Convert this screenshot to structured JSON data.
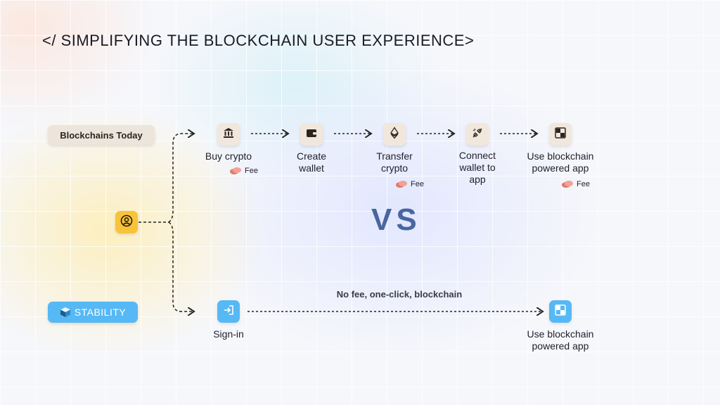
{
  "title": "</ SIMPLIFYING THE BLOCKCHAIN USER EXPERIENCE>",
  "today_label": "Blockchains Today",
  "stability_label": "STABILITY",
  "vs_text": "VS",
  "bottom_note": "No fee, one-click, blockchain",
  "top_steps": [
    {
      "line1": "Buy crypto",
      "line2": "",
      "line3": "",
      "icon": "bank-icon",
      "fee": "Fee"
    },
    {
      "line1": "Create",
      "line2": "wallet",
      "line3": "",
      "icon": "wallet-icon",
      "fee": ""
    },
    {
      "line1": "Transfer",
      "line2": "crypto",
      "line3": "",
      "icon": "ethereum-icon",
      "fee": "Fee"
    },
    {
      "line1": "Connect",
      "line2": "wallet to",
      "line3": "app",
      "icon": "plug-disconnected-icon",
      "fee": ""
    },
    {
      "line1": "Use blockchain",
      "line2": "powered app",
      "line3": "",
      "icon": "app-grid-icon",
      "fee": "Fee"
    }
  ],
  "bottom_steps": [
    {
      "line1": "Sign-in",
      "line2": "",
      "icon": "sign-in-icon"
    },
    {
      "line1": "Use blockchain",
      "line2": "powered app",
      "icon": "app-grid-icon"
    }
  ],
  "colors": {
    "accent_blue": "#56b8f4",
    "user_yellow": "#f7c33a",
    "vs_blue": "#4a66a0",
    "step_beige": "#f2e7dc"
  }
}
